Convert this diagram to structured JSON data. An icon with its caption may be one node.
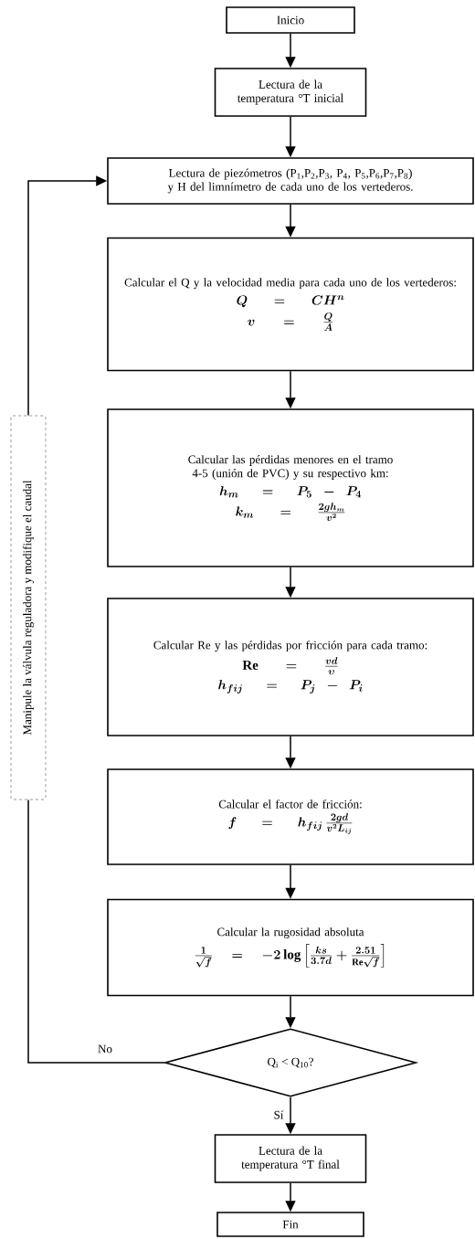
{
  "diagram": {
    "nodes": [
      {
        "text": [
          "Inicio"
        ]
      },
      {
        "text": [
          "Lectura de la temperatura °T inicial"
        ]
      },
      {
        "text": [
          "Lectura de piezómetros (P$_{1}$,P$_{2}$,P$_{3}$, P$_{4}$, P$_{5}$,P$_{6}$,P$_{7}$,P$_{8}$) y H del limnímetro de cada uno de los vertederos."
        ]
      },
      {
        "text": [
          "Calcular el Q y la velocidad media para cada uno de los vertederos:",
          "Q = CH^{n}",
          "v = \\frac{Q}{A}"
        ]
      },
      {
        "text": [
          "Calcular las pérdidas menores en el tramo 4-5 (unión de PVC) y su respectivo km:",
          "h_{m} = P_{5} - P_{4}",
          "k_{m} = \\frac{2gh_{m}}{v^{2}}"
        ]
      },
      {
        "text": [
          "Calcular Re y las pérdidas por fricción para cada tramo:",
          "\\mathrm{Re} = \\frac{vd}{\\upsilon}",
          "h_{fij} = P_{j} - P_{i}"
        ]
      },
      {
        "text": [
          "Calcular el factor de fricción:",
          "f = h_{fij}\\,\\frac{2gd}{v^{2}L_{ij}}"
        ]
      },
      {
        "text": [
          "Calcular la rugosidad absoluta",
          "\\frac{1}{\\sqrt{f}} = -2\\log\\left[\\frac{ks}{3.7d} + \\frac{2.51}{\\mathrm{Re}\\sqrt{f}}\\right]"
        ]
      },
      {
        "text": [
          "Q$_{i}$ < Q$_{10}$?"
        ]
      },
      {
        "text": [
          "Lectura de la temperatura °T final"
        ]
      },
      {
        "text": [
          "Fin"
        ]
      },
      {
        "text": [
          "Manipule la válvula reguladora y modifique el caudal"
        ]
      }
    ],
    "edges": [
      {
        "from": 0,
        "to": 1,
        "arrow": "to"
      },
      {
        "from": 1,
        "to": 2,
        "arrow": "to"
      },
      {
        "from": 2,
        "to": 3,
        "arrow": "to"
      },
      {
        "from": 3,
        "to": 4,
        "arrow": "to"
      },
      {
        "from": 4,
        "to": 5,
        "arrow": "to"
      },
      {
        "from": 5,
        "to": 6,
        "arrow": "to"
      },
      {
        "from": 6,
        "to": 7,
        "arrow": "to"
      },
      {
        "from": 7,
        "to": 8,
        "arrow": "to"
      },
      {
        "from": 8,
        "to": 11,
        "arrow": "none",
        "label": "No"
      },
      {
        "from": 11,
        "to": 2,
        "arrow": "to"
      },
      {
        "from": 8,
        "to": 9,
        "arrow": "to",
        "label": "Sí"
      },
      {
        "from": 9,
        "to": 10,
        "arrow": "to"
      }
    ]
  }
}
